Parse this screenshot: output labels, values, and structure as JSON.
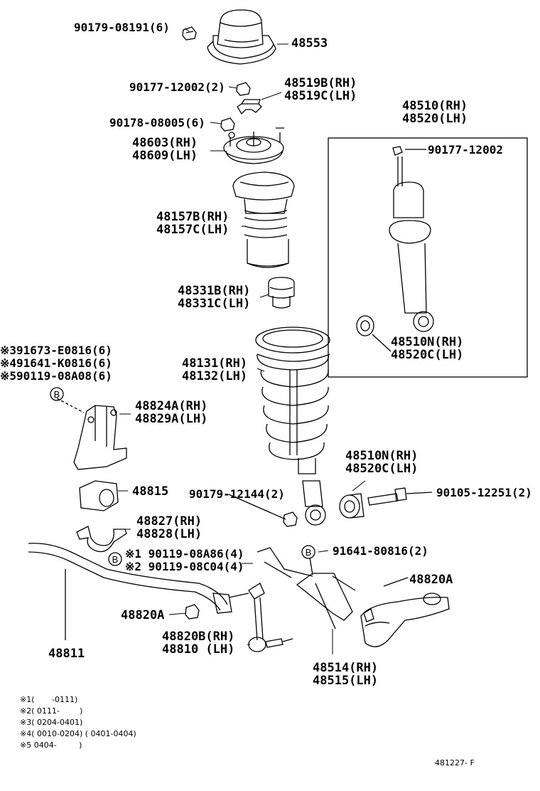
{
  "labels": {
    "l1": "90179-08191(6)",
    "l2": "48553",
    "l3": "90177-12002(2)",
    "l4a": "48519B(RH)",
    "l4b": "48519C(LH)",
    "l5": "90178-08005(6)",
    "l6a": "48603(RH)",
    "l6b": "48609(LH)",
    "l7a": "48510(RH)",
    "l7b": "48520(LH)",
    "l8": "90177-12002",
    "l9a": "48157B(RH)",
    "l9b": "48157C(LH)",
    "l10a": "48331B(RH)",
    "l10b": "48331C(LH)",
    "l11a": "48510N(RH)",
    "l11b": "48520C(LH)",
    "l12a": "※391673-E0816(6)",
    "l12b": "※491641-K0816(6)",
    "l12c": "※590119-08A08(6)",
    "l13a": "48131(RH)",
    "l13b": "48132(LH)",
    "l14a": "48824A(RH)",
    "l14b": "48829A(LH)",
    "l15a": "48510N(RH)",
    "l15b": "48520C(LH)",
    "l16": "48815",
    "l17": "90179-12144(2)",
    "l18": "90105-12251(2)",
    "l19a": "48827(RH)",
    "l19b": "48828(LH)",
    "l20": "91641-80816(2)",
    "l21a": "※1 90119-08A86(4)",
    "l21b": "※2 90119-08C04(4)",
    "l22": "48820A",
    "l23": "48820A",
    "l24a": "48820B(RH)",
    "l24b": "48810  (LH)",
    "l25": "48811",
    "l26a": "48514(RH)",
    "l26b": "48515(LH)"
  },
  "callouts": {
    "b1": "B",
    "b2": "B",
    "b3": "B"
  },
  "notes": [
    "※1(       -0111)",
    "※2( 0111-        )",
    "※3( 0204-0401)",
    "※4( 0010-0204) ( 0401-0404)",
    "※5 0404-         )"
  ],
  "ref": "481227- F"
}
